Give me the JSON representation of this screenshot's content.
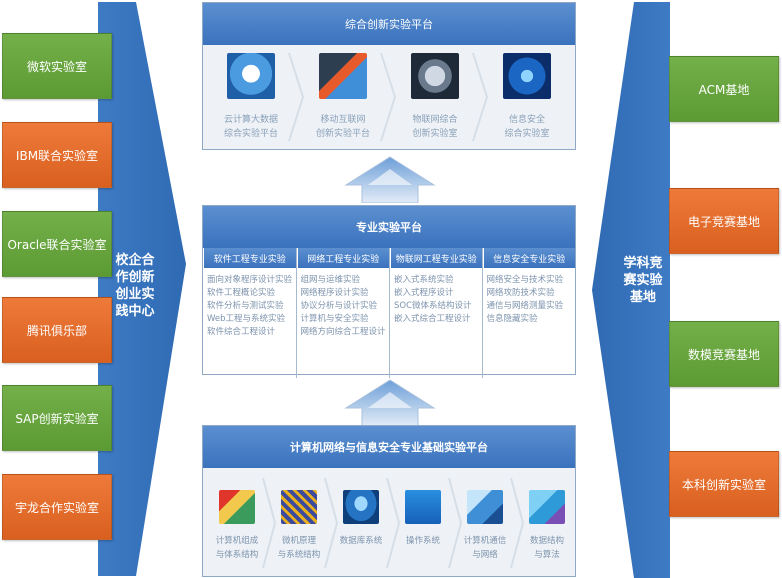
{
  "left_column": {
    "label": [
      "校企合",
      "作创新",
      "创业实",
      "践中心"
    ],
    "boxes": [
      {
        "label": "微软实验室",
        "color": "green"
      },
      {
        "label": "IBM联合实验室",
        "color": "orange"
      },
      {
        "label": "Oracle联合实验室",
        "color": "green"
      },
      {
        "label": "腾讯俱乐部",
        "color": "orange"
      },
      {
        "label": "SAP创新实验室",
        "color": "green"
      },
      {
        "label": "宇龙合作实验室",
        "color": "orange"
      }
    ]
  },
  "right_column": {
    "label": [
      "学科竞",
      "赛实验",
      "基地"
    ],
    "boxes": [
      {
        "label": "ACM基地",
        "color": "green"
      },
      {
        "label": "电子竞赛基地",
        "color": "orange"
      },
      {
        "label": "数模竞赛基地",
        "color": "green"
      },
      {
        "label": "本科创新实验室",
        "color": "orange"
      }
    ]
  },
  "top_platform": {
    "title": "综合创新实验平台",
    "items": [
      {
        "line1": "云计算大数据",
        "line2": "综合实验平台",
        "icon": "cloud-icon"
      },
      {
        "line1": "移动互联网",
        "line2": "创新实验平台",
        "icon": "mobile-icon"
      },
      {
        "line1": "物联网综合",
        "line2": "创新实验室",
        "icon": "network-globe-icon"
      },
      {
        "line1": "信息安全",
        "line2": "综合实验室",
        "icon": "lock-icon"
      }
    ]
  },
  "middle_platform": {
    "title": "专业实验平台",
    "columns": [
      {
        "head": "软件工程专业实验",
        "items": [
          "面向对象程序设计实验",
          "软件工程概论实验",
          "软件分析与测试实验",
          "Web工程与系统实验",
          "软件综合工程设计"
        ]
      },
      {
        "head": "网络工程专业实验",
        "items": [
          "组网与运维实验",
          "网络程序设计实验",
          "协议分析与设计实验",
          "计算机与安全实验",
          "网络方向综合工程设计"
        ]
      },
      {
        "head": "物联网工程专业实验",
        "items": [
          "嵌入式系统实验",
          "嵌入式程序设计",
          "SOC微体系结构设计",
          "嵌入式综合工程设计"
        ]
      },
      {
        "head": "信息安全专业实验",
        "items": [
          "网络安全与技术实验",
          "网络攻防技术实验",
          "通信与网络测量实验",
          "信息隐藏实验"
        ]
      }
    ]
  },
  "bottom_platform": {
    "title": "计算机网络与信息安全专业基础实验平台",
    "items": [
      {
        "line1": "计算机组成",
        "line2": "与体系结构",
        "icon": "circuit-board-icon"
      },
      {
        "line1": "微机原理",
        "line2": "与系统结构",
        "icon": "chip-icon"
      },
      {
        "line1": "数据库系统",
        "line2": "",
        "icon": "database-icon"
      },
      {
        "line1": "操作系统",
        "line2": "",
        "icon": "linux-icon"
      },
      {
        "line1": "计算机通信",
        "line2": "与网络",
        "icon": "network-switch-icon"
      },
      {
        "line1": "数据结构",
        "line2": "与算法",
        "icon": "data-cubes-icon"
      }
    ]
  }
}
